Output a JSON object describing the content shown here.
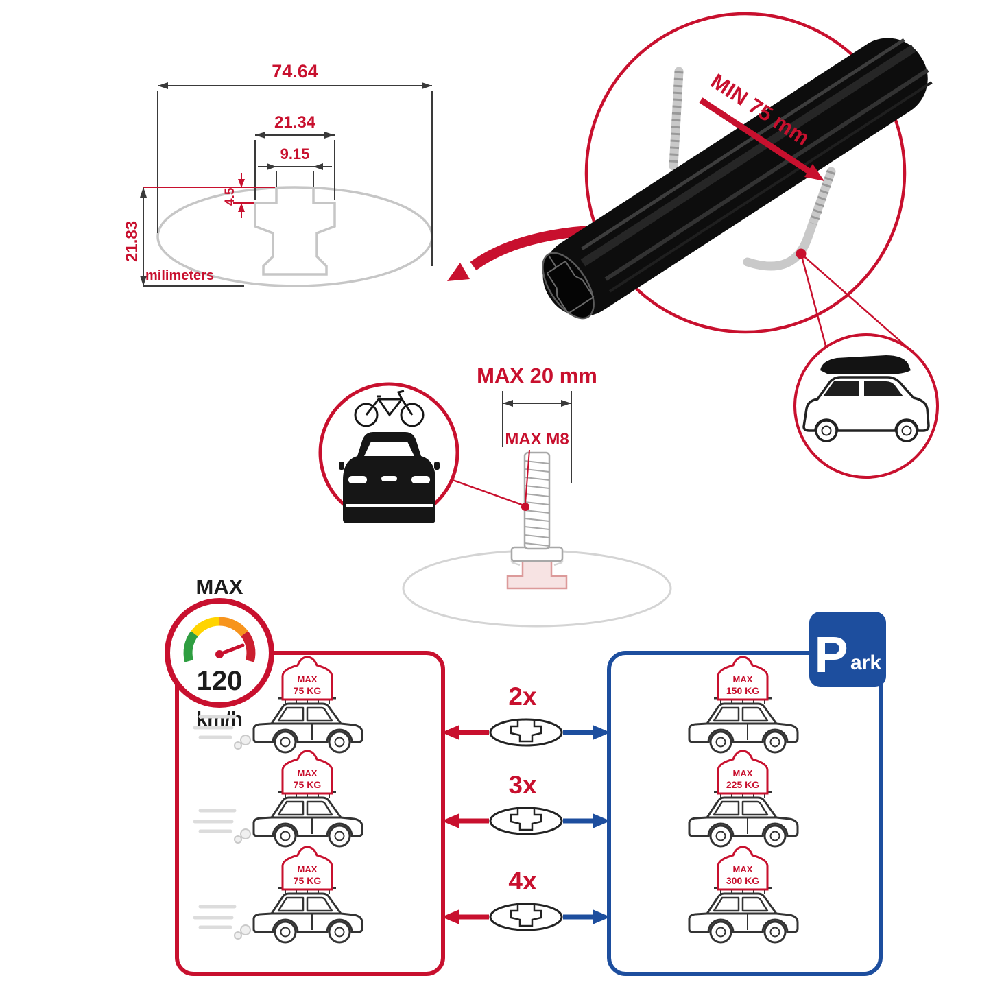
{
  "colors": {
    "accent_red": "#c8102e",
    "accent_blue": "#1d4e9e",
    "line_gray": "#c6c6c6",
    "bar_black": "#0d0d0d"
  },
  "dimension_drawing": {
    "total_width": "74.64",
    "slot_outer_width": "21.34",
    "slot_opening_width": "9.15",
    "lip_depth": "4.5",
    "total_height": "21.83",
    "unit_label": "milimeters"
  },
  "clamp_detail": {
    "min_clearance_label": "MIN 75 mm"
  },
  "bolt_detail": {
    "max_length_label": "MAX 20 mm",
    "max_thread_label": "MAX M8"
  },
  "speed_limit": {
    "title": "MAX",
    "value": "120",
    "unit": "km/h"
  },
  "park_sign": {
    "letter": "P",
    "suffix": "ark"
  },
  "capacity_rows": [
    {
      "multiplier": "2x",
      "driving_tag_title": "MAX",
      "driving_tag_load": "75 KG",
      "parked_tag_title": "MAX",
      "parked_tag_load": "150 KG"
    },
    {
      "multiplier": "3x",
      "driving_tag_title": "MAX",
      "driving_tag_load": "75 KG",
      "parked_tag_title": "MAX",
      "parked_tag_load": "225 KG"
    },
    {
      "multiplier": "4x",
      "driving_tag_title": "MAX",
      "driving_tag_load": "75 KG",
      "parked_tag_title": "MAX",
      "parked_tag_load": "300 KG"
    }
  ]
}
